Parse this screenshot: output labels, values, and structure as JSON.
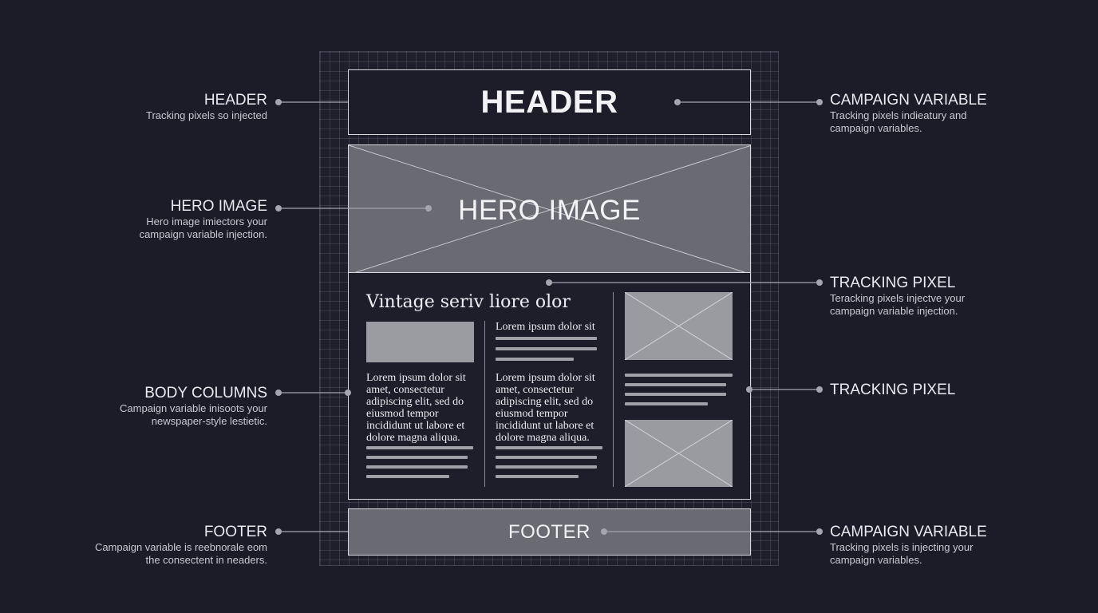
{
  "email": {
    "header_title": "HEADER",
    "hero_title": "HERO IMAGE",
    "body_headline": "Vintage seriv liore olor",
    "col1_text": "Lorem ipsum dolor sit amet, consectetur adipiscing elit, sed do eiusmod tempor incididunt ut labore et dolore magna aliqua.",
    "col2_heading": "Lorem ipsum dolor sit",
    "col2_text": "Lorem ipsum dolor sit amet, consectetur adipiscing elit, sed do eiusmod tempor incididunt ut labore et dolore magna aliqua.",
    "footer_title": "FOOTER"
  },
  "annotations": {
    "left": [
      {
        "title": "HEADER",
        "desc": [
          "Tracking pixels so injected"
        ]
      },
      {
        "title": "HERO IMAGE",
        "desc": [
          "Hero image imiectors your",
          "campaign variable injection."
        ]
      },
      {
        "title": "BODY COLUMNS",
        "desc": [
          "Campaign variable inisoots your",
          "newspaper-style lestietic."
        ]
      },
      {
        "title": "FOOTER",
        "desc": [
          "Campaign variable is reebnorale eom",
          "the consectent in neaders."
        ]
      }
    ],
    "right": [
      {
        "title": "CAMPAIGN VARIABLE",
        "desc": [
          "Tracking pixels indieatury and",
          "campaign variables."
        ]
      },
      {
        "title": "TRACKING PIXEL",
        "desc": [
          "Teracking pixels injectve your",
          "campaign variable injection."
        ]
      },
      {
        "title": "TRACKING PIXEL",
        "desc": []
      },
      {
        "title": "CAMPAIGN VARIABLE",
        "desc": [
          "Tracking pixels is injecting your",
          "campaign variables."
        ]
      }
    ]
  }
}
